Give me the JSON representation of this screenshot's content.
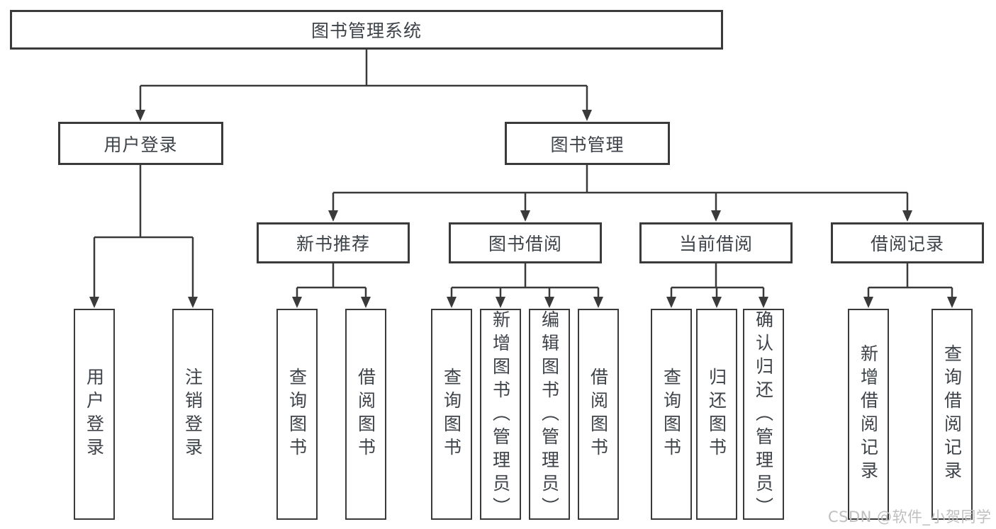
{
  "diagram": {
    "root": {
      "label": "图书管理系统"
    },
    "level2": [
      {
        "label": "用户登录"
      },
      {
        "label": "图书管理"
      }
    ],
    "level3": [
      {
        "label": "新书推荐"
      },
      {
        "label": "图书借阅"
      },
      {
        "label": "当前借阅"
      },
      {
        "label": "借阅记录"
      }
    ],
    "leaves": {
      "user_login": [
        {
          "label": "用户登录"
        },
        {
          "label": "注销登录"
        }
      ],
      "new_book_rec": [
        {
          "label": "查询图书"
        },
        {
          "label": "借阅图书"
        }
      ],
      "book_borrow": [
        {
          "label": "查询图书"
        },
        {
          "label": "新增图书（管理员）"
        },
        {
          "label": "编辑图书（管理员）"
        },
        {
          "label": "借阅图书"
        }
      ],
      "current_borrow": [
        {
          "label": "查询图书"
        },
        {
          "label": "归还图书"
        },
        {
          "label": "确认归还（管理员）"
        }
      ],
      "borrow_record": [
        {
          "label": "新增借阅记录"
        },
        {
          "label": "查询借阅记录"
        }
      ]
    },
    "colors": {
      "line": "#3a3a3a",
      "text": "#3d4348",
      "watermark_text": "#bfbfbf"
    },
    "watermark": "CSDN @软件_小贺同学"
  }
}
